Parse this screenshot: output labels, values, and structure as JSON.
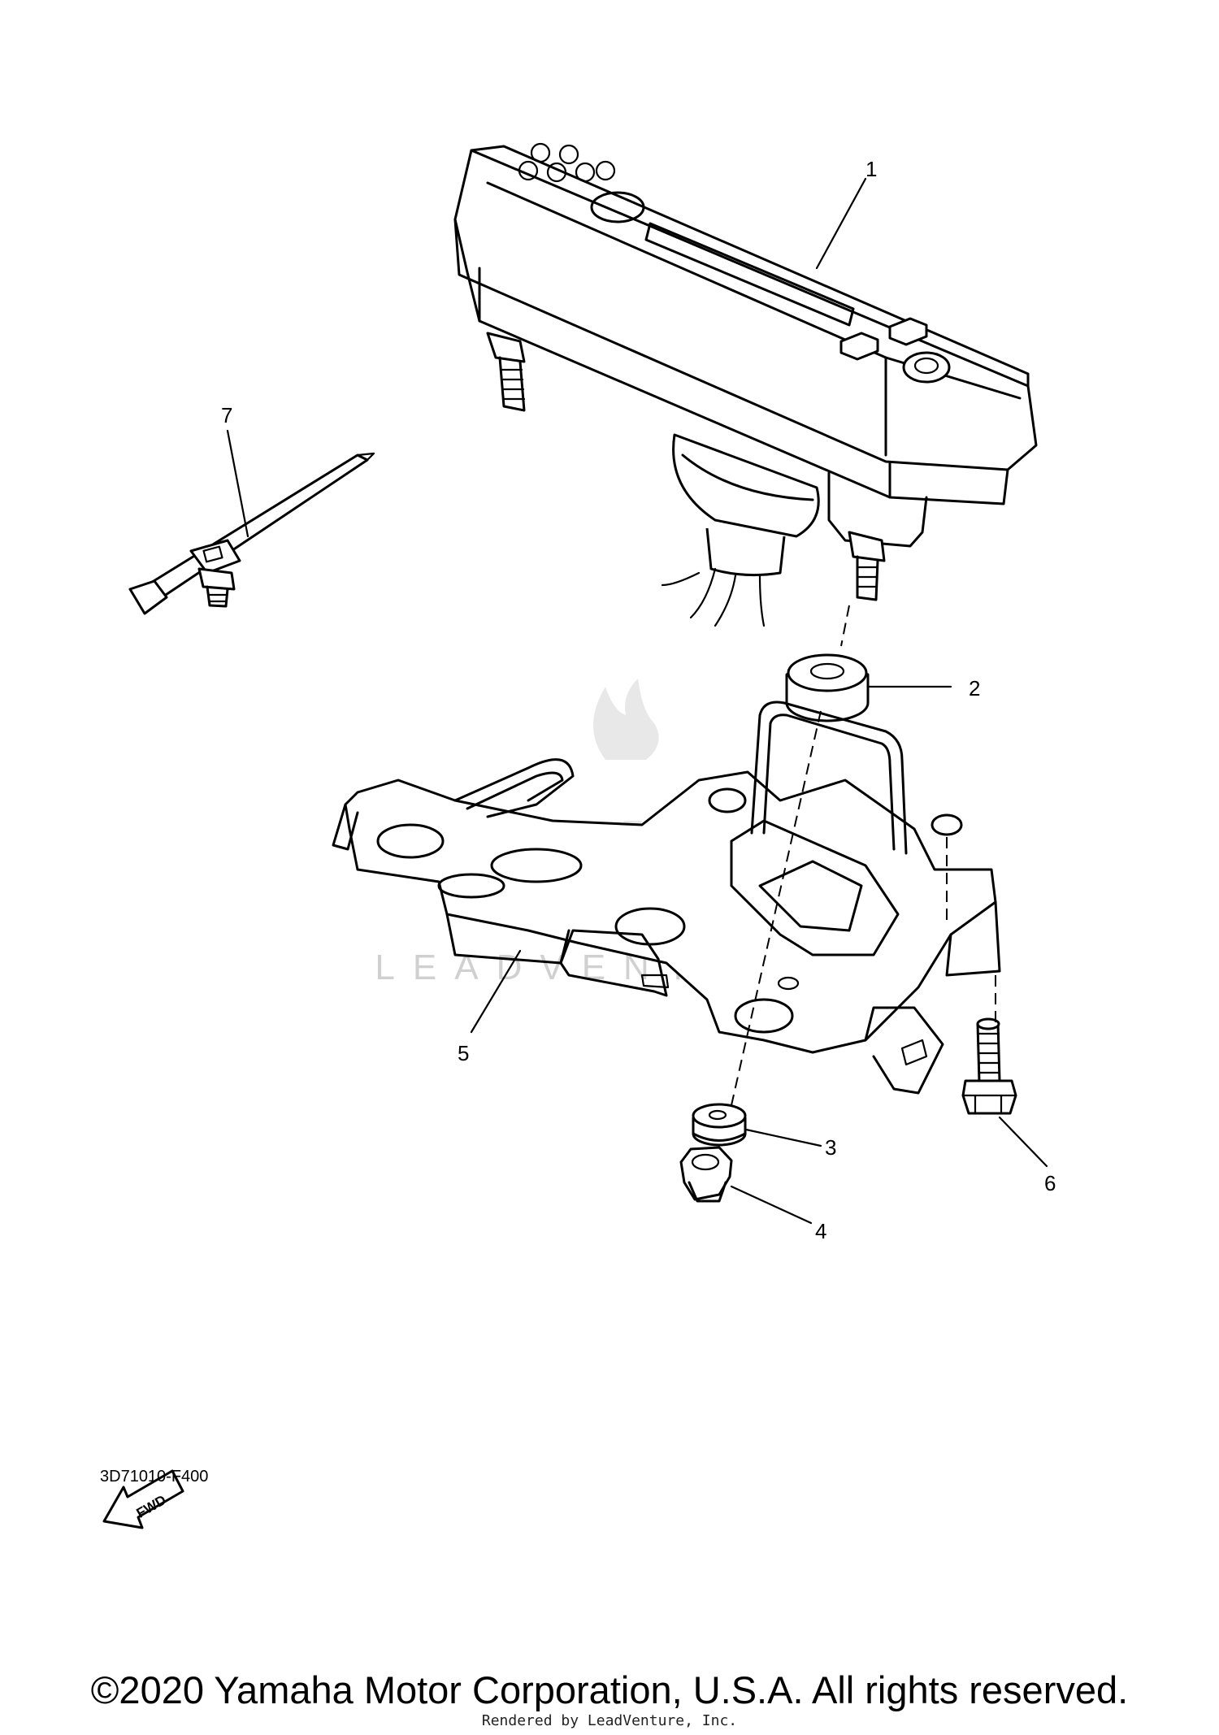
{
  "callouts": [
    "1",
    "2",
    "3",
    "4",
    "5",
    "6",
    "7"
  ],
  "fwd_label": "FWD",
  "diagram_code": "3D71010-F400",
  "copyright": "©2020 Yamaha Motor Corporation, U.S.A. All rights reserved.",
  "rendered_by": "Rendered by LeadVenture, Inc.",
  "watermark": "LEADVENTURE"
}
